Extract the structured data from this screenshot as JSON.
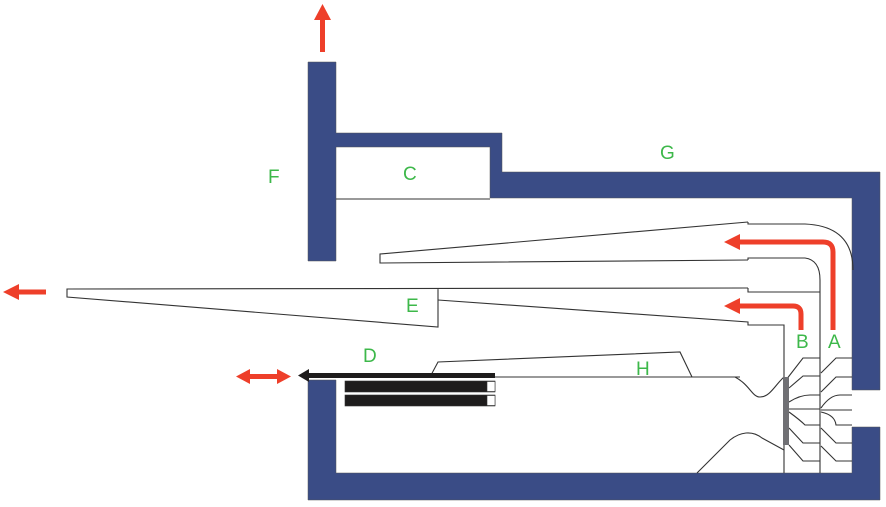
{
  "labels": {
    "A": "A",
    "B": "B",
    "C": "C",
    "D": "D",
    "E": "E",
    "F": "F",
    "G": "G",
    "H": "H"
  },
  "colors": {
    "wall": "#3a4c86",
    "arrow": "#ee3f2a",
    "label": "#3db84a",
    "bar": "#1e1c1c",
    "plate": "#707074"
  }
}
